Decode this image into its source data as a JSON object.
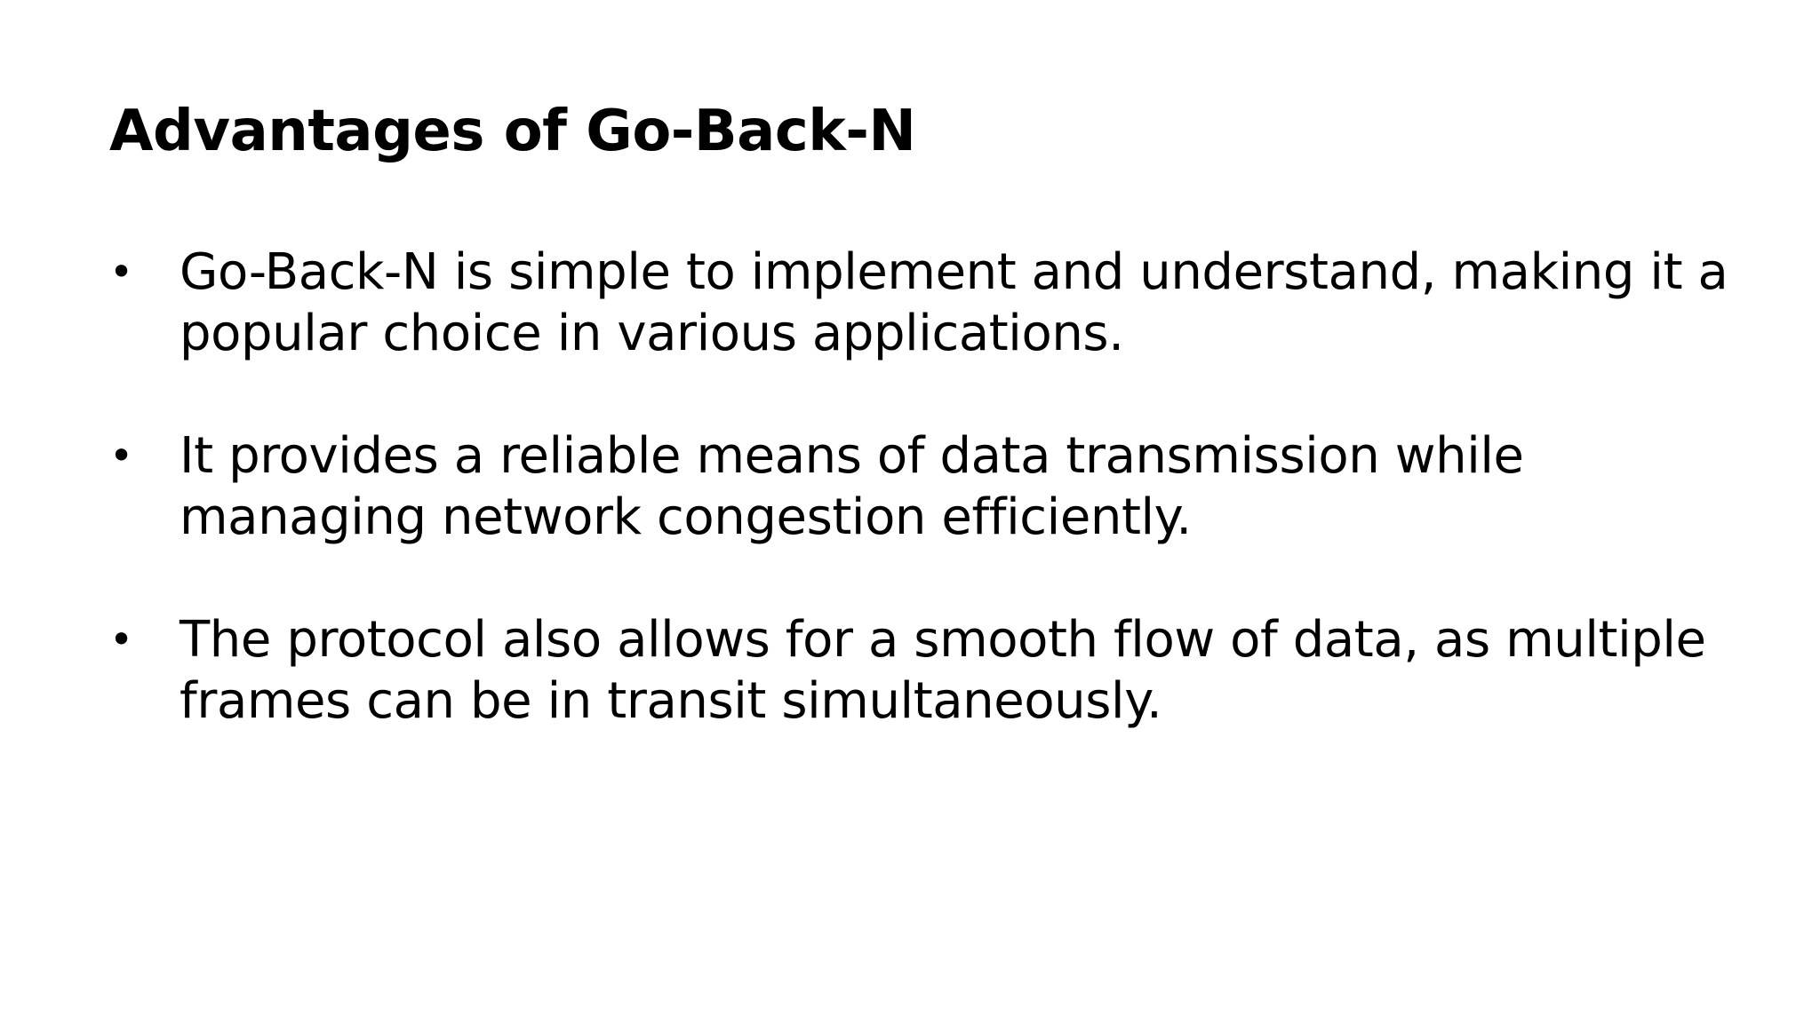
{
  "slide": {
    "title": "Advantages of Go-Back-N",
    "bullet_symbol": "•",
    "bullets": [
      {
        "line1": "Go-Back-N is simple to implement and understand, making it a",
        "line2": "popular choice in various applications."
      },
      {
        "line1": "It provides a reliable means of data transmission while",
        "line2": "managing network congestion efficiently."
      },
      {
        "line1": "The protocol also allows for a smooth flow of data, as multiple",
        "line2": "frames can be in transit simultaneously."
      }
    ]
  },
  "colors": {
    "background": "#ffffff",
    "text": "#000000"
  }
}
